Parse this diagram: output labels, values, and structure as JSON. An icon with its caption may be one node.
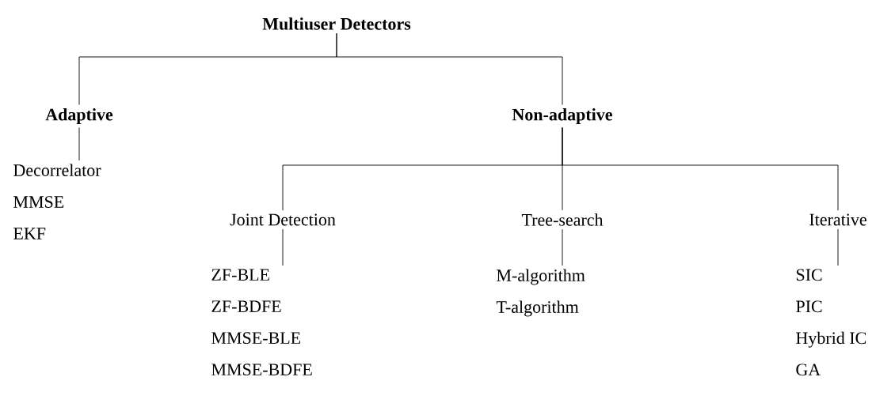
{
  "diagram": {
    "nodes": [
      {
        "text": [
          "**Multiuser Detectors**"
        ]
      },
      {
        "text": [
          "**Adaptive**"
        ]
      },
      {
        "text": [
          "**Non-adaptive**"
        ]
      },
      {
        "text": [
          "Decorrelator",
          "MMSE",
          "EKF"
        ]
      },
      {
        "text": [
          "Joint Detection"
        ]
      },
      {
        "text": [
          "Tree-search"
        ]
      },
      {
        "text": [
          "Iterative"
        ]
      },
      {
        "text": [
          "ZF-BLE",
          "ZF-BDFE",
          "MMSE-BLE",
          "MMSE-BDFE"
        ]
      },
      {
        "text": [
          "M-algorithm",
          "T-algorithm"
        ]
      },
      {
        "text": [
          "SIC",
          "PIC",
          "Hybrid IC",
          "GA"
        ]
      }
    ],
    "edges": [
      {
        "from": 0,
        "to": 1,
        "arrow": "none"
      },
      {
        "from": 0,
        "to": 2,
        "arrow": "none"
      },
      {
        "from": 1,
        "to": 3,
        "arrow": "none"
      },
      {
        "from": 2,
        "to": 4,
        "arrow": "none"
      },
      {
        "from": 2,
        "to": 5,
        "arrow": "none"
      },
      {
        "from": 2,
        "to": 6,
        "arrow": "none"
      },
      {
        "from": 4,
        "to": 7,
        "arrow": "none"
      },
      {
        "from": 5,
        "to": 8,
        "arrow": "none"
      },
      {
        "from": 6,
        "to": 9,
        "arrow": "none"
      }
    ]
  }
}
